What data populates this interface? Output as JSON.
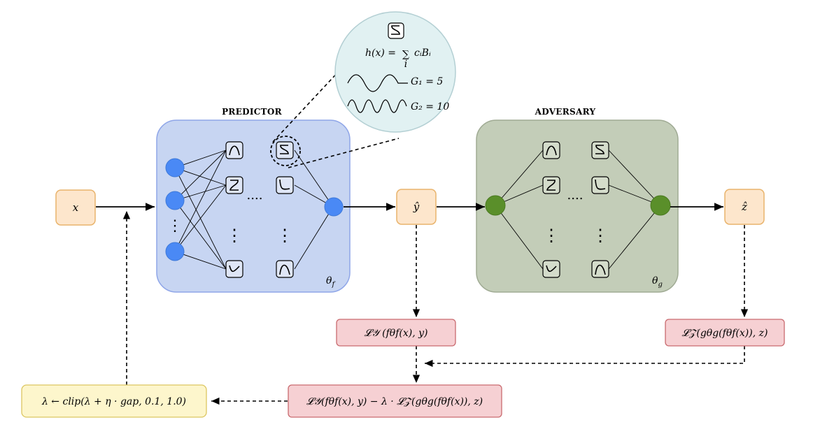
{
  "predictor": {
    "title": "PREDICTOR",
    "param": "θ",
    "param_sub": "f"
  },
  "adversary": {
    "title": "ADVERSARY",
    "param": "θ",
    "param_sub": "g"
  },
  "nodes": {
    "x": "x",
    "y_hat": "ŷ",
    "z_hat": "ẑ"
  },
  "dots": {
    "horizontal": "....",
    "vertical": "⋮"
  },
  "zoom": {
    "basis_formula": "h(x) = Σ cᵢBᵢ",
    "basis_formula_main": "h(x) = ",
    "basis_formula_sum": "∑",
    "basis_formula_sum_index": "i",
    "basis_formula_terms": "cᵢBᵢ",
    "grid_1": "G₁ = 5",
    "grid_2": "G₂ = 10"
  },
  "losses": {
    "loss_y": "𝓛𝒴 (fθf(x), y)",
    "loss_z": "𝓛𝒵(gθg(fθf(x)), z)",
    "combined": "𝓛𝒴(fθf(x), y) − λ · 𝓛𝒵(gθg(fθf(x)), z)"
  },
  "update_rule": "λ ← clip(λ + η · gap, 0.1, 1.0)",
  "colors": {
    "predictor_fill": "#c7d5f2",
    "predictor_stroke": "#8fa6e8",
    "adversary_fill": "#c3cdb8",
    "adversary_stroke": "#a0ab94",
    "io_fill": "#fde6cc",
    "io_stroke": "#e9b46d",
    "loss_fill": "#f6d0d3",
    "loss_stroke": "#c96a6f",
    "update_fill": "#fdf6cc",
    "update_stroke": "#dcc661",
    "zoom_fill": "#e1f1f2",
    "zoom_stroke": "#b3cfd3",
    "neuron_blue": "#4a89f5",
    "neuron_green": "#5a8f2a"
  }
}
